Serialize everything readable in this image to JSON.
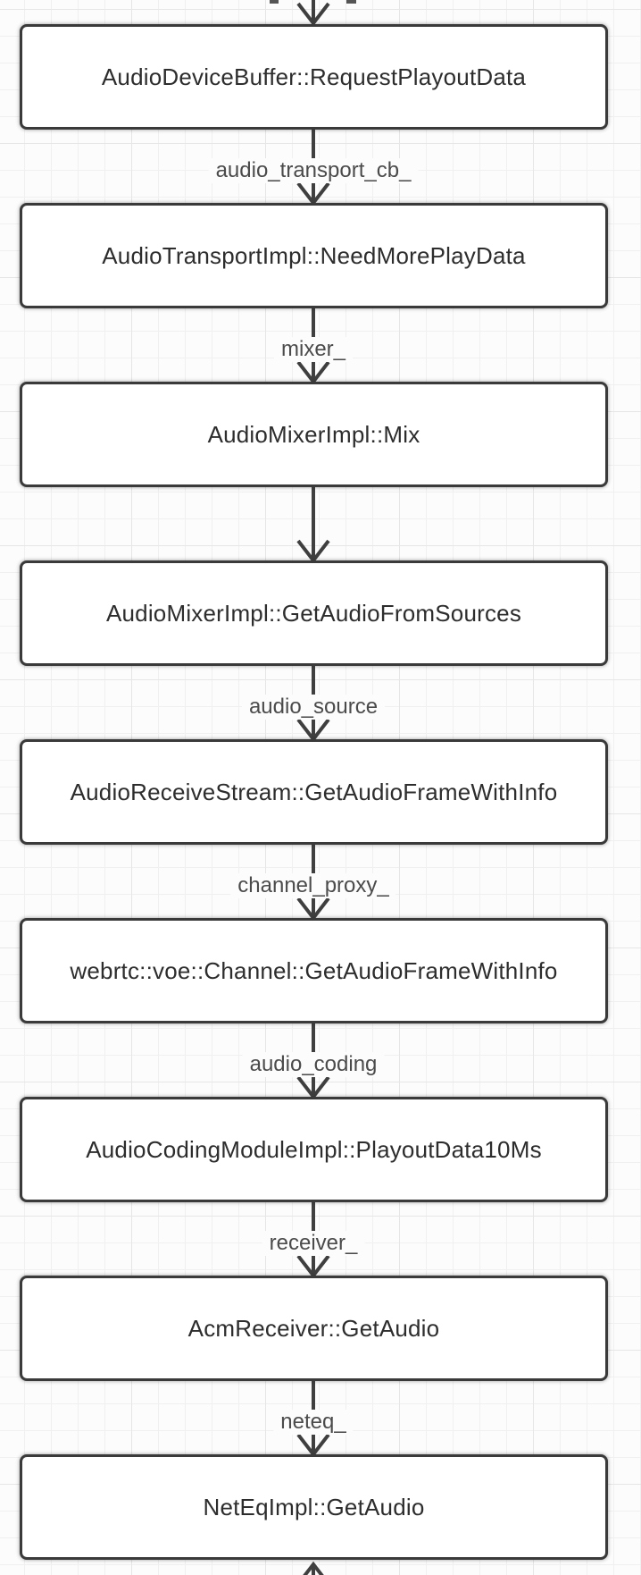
{
  "canvas": {
    "background": "#fcfcfc",
    "grid_minor_color": "#f0f0f0",
    "grid_major_color": "#e6e6e6",
    "node_fill": "#ffffff",
    "node_border_color": "#3a3a3a",
    "node_text_color": "#2d2d2d",
    "edge_color": "#3f3f3f",
    "edge_label_color": "#4b4b4b"
  },
  "diagram": {
    "type": "flowchart",
    "direction": "top-to-bottom",
    "nodes": [
      {
        "id": "audio-device-buffer-request-playout-data",
        "label": "AudioDeviceBuffer::RequestPlayoutData"
      },
      {
        "id": "audio-transport-impl-need-more-play-data",
        "label": "AudioTransportImpl::NeedMorePlayData"
      },
      {
        "id": "audio-mixer-impl-mix",
        "label": "AudioMixerImpl::Mix"
      },
      {
        "id": "audio-mixer-impl-get-audio-from-sources",
        "label": "AudioMixerImpl::GetAudioFromSources"
      },
      {
        "id": "audio-receive-stream-get-audio-frame-with-info",
        "label": "AudioReceiveStream::GetAudioFrameWithInfo"
      },
      {
        "id": "webrtc-voe-channel-get-audio-frame-with-info",
        "label": "webrtc::voe::Channel::GetAudioFrameWithInfo"
      },
      {
        "id": "audio-coding-module-impl-playout-data-10ms",
        "label": "AudioCodingModuleImpl::PlayoutData10Ms"
      },
      {
        "id": "acm-receiver-get-audio",
        "label": "AcmReceiver::GetAudio"
      },
      {
        "id": "neteq-impl-get-audio",
        "label": "NetEqImpl::GetAudio"
      }
    ],
    "edges": [
      {
        "from": 0,
        "to": 1,
        "label": "audio_transport_cb_"
      },
      {
        "from": 1,
        "to": 2,
        "label": "mixer_"
      },
      {
        "from": 2,
        "to": 3,
        "label": ""
      },
      {
        "from": 3,
        "to": 4,
        "label": "audio_source"
      },
      {
        "from": 4,
        "to": 5,
        "label": "channel_proxy_"
      },
      {
        "from": 5,
        "to": 6,
        "label": "audio_coding"
      },
      {
        "from": 6,
        "to": 7,
        "label": "receiver_"
      },
      {
        "from": 7,
        "to": 8,
        "label": "neteq_"
      }
    ],
    "partial_edges": {
      "top_incoming_down_arrow": true,
      "bottom_incoming_up_arrow": true
    }
  }
}
